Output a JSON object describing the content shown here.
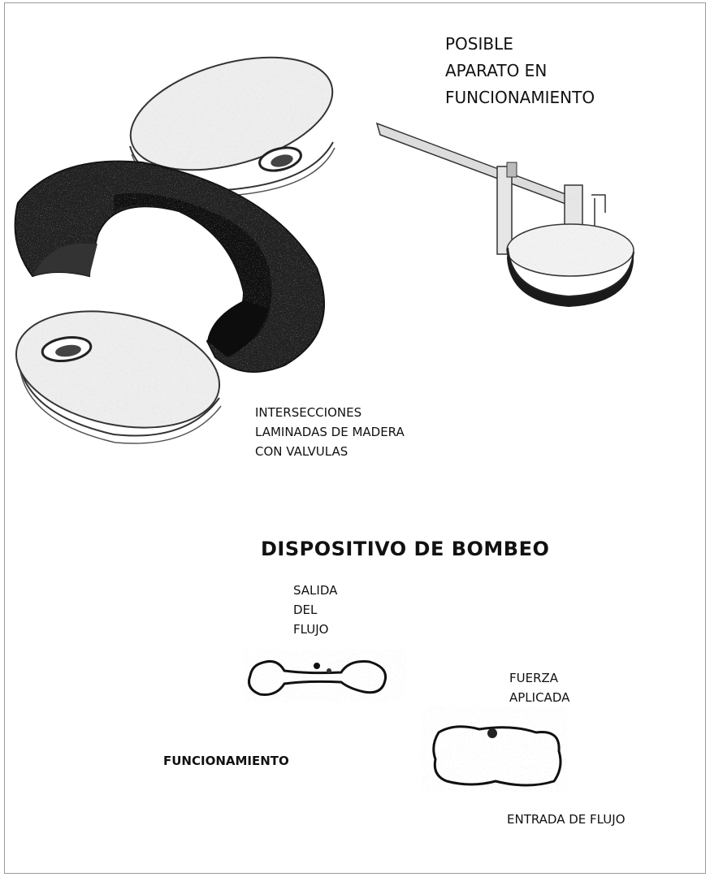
{
  "labels": {
    "posible": "POSIBLE\nAPARATO EN\nFUNCIONAMIENTO",
    "intersecciones": "INTERSECCIONES\nLAMINADAS DE MADERA\nCON VALVULAS",
    "title": "DISPOSITIVO DE BOMBEO",
    "salida": "SALIDA\nDEL\nFLUJO",
    "fuerza": "FUERZA\nAPLICADA",
    "funcionamiento": "FUNCIONAMIENTO",
    "entrada": "ENTRADA DE FLUJO"
  }
}
